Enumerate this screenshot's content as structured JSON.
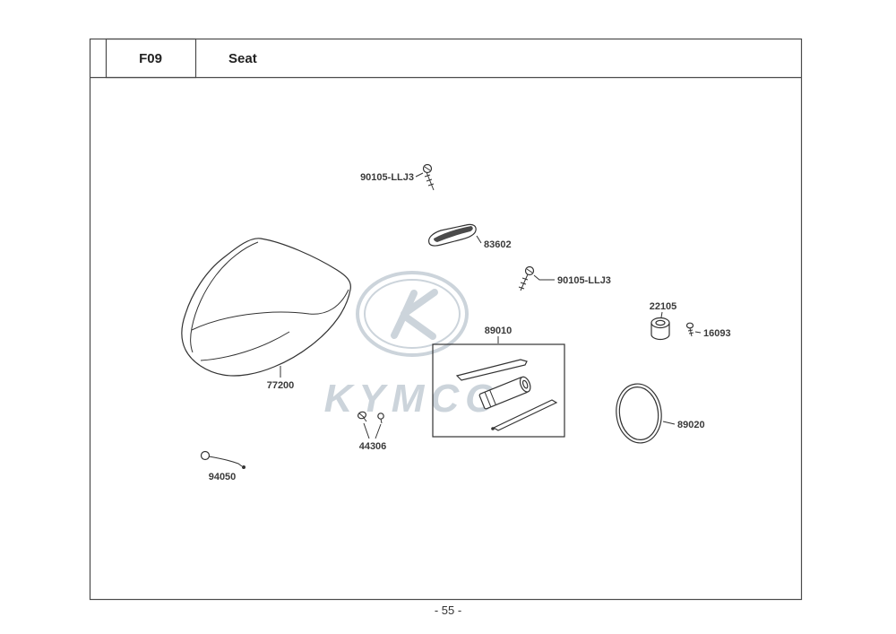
{
  "header": {
    "section_code": "F09",
    "section_title": "Seat"
  },
  "watermark": {
    "brand": "KYMCO"
  },
  "footer": {
    "page_number": "- 55 -"
  },
  "labels": {
    "screw_top": "90105-LLJ3",
    "hinge_cover": "83602",
    "screw_mid": "90105-LLJ3",
    "collar": "22105",
    "small_screw": "16093",
    "tool_box": "89010",
    "seat": "77200",
    "lock_fasteners": "44306",
    "seat_wire": "94050",
    "seal_ring": "89020"
  },
  "colors": {
    "diagram_line": "#333333",
    "watermark": "#ccd4db",
    "frame": "#4b4b4b"
  }
}
